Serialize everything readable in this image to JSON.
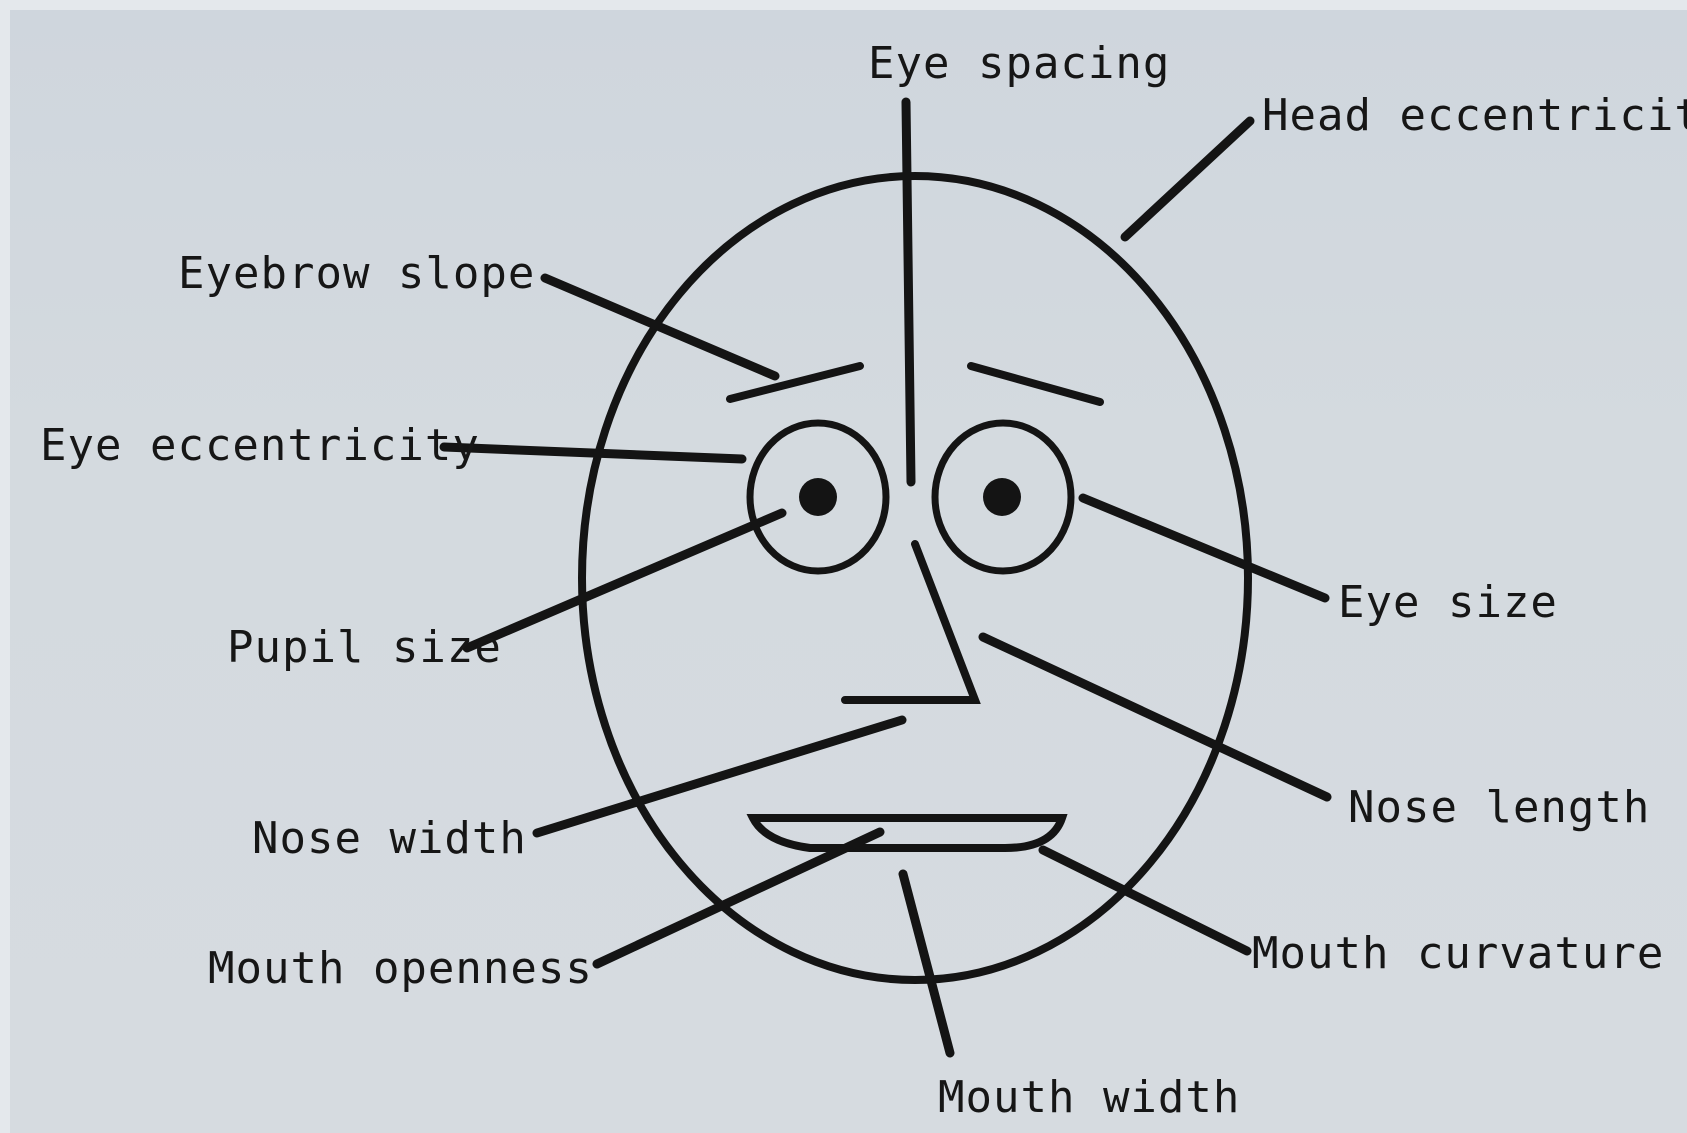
{
  "colors": {
    "paper": "#d4dadf",
    "ink": "#141414"
  },
  "labels": {
    "eye_spacing": "Eye spacing",
    "head_eccentricity": "Head eccentricity",
    "eyebrow_slope": "Eyebrow slope",
    "eye_eccentricity": "Eye eccentricity",
    "pupil_size": "Pupil size",
    "eye_size": "Eye size",
    "nose_length": "Nose length",
    "nose_width": "Nose width",
    "mouth_openness": "Mouth openness",
    "mouth_curvature": "Mouth curvature",
    "mouth_width": "Mouth width"
  }
}
